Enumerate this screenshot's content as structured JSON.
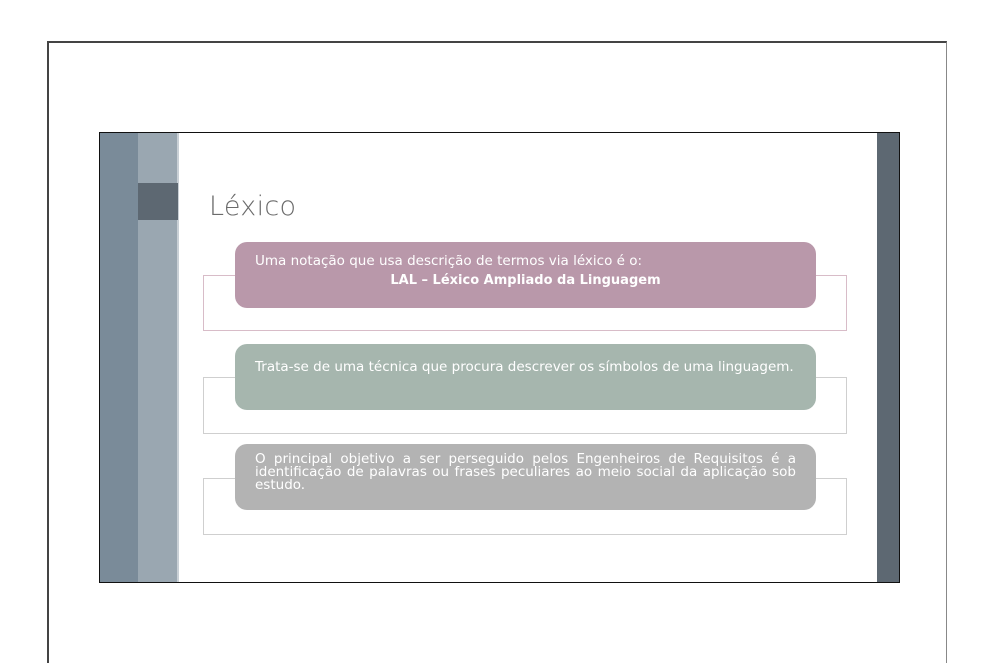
{
  "slide": {
    "title": "Léxico",
    "items": [
      {
        "text": "Uma notação que usa descrição de termos via léxico é o:",
        "highlight": "LAL – Léxico Ampliado da Linguagem",
        "color": "#b998aa"
      },
      {
        "text": "Trata-se de uma técnica que procura descrever os símbolos de uma linguagem.",
        "color": "#a6b6ae"
      },
      {
        "text": "O principal objetivo a ser perseguido pelos Engenheiros de Requisitos é a identificação de palavras ou frases peculiares ao meio social da aplicação sob estudo.",
        "color": "#b3b3b3"
      }
    ]
  }
}
